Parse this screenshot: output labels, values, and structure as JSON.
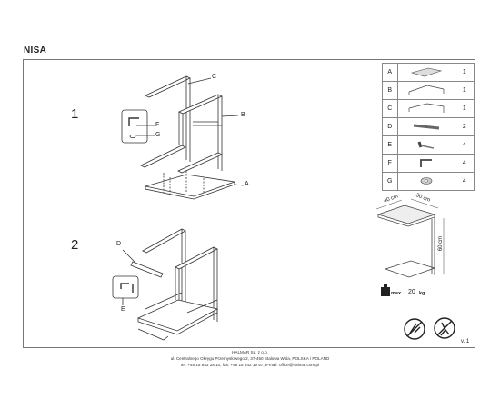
{
  "title": "NISA",
  "steps": [
    "1",
    "2"
  ],
  "labels": {
    "A": "A",
    "B": "B",
    "C": "C",
    "D": "D",
    "E": "E",
    "F": "F",
    "G": "G"
  },
  "parts": [
    {
      "letter": "A",
      "qty": "1",
      "icon": "tabletop-icon"
    },
    {
      "letter": "B",
      "qty": "1",
      "icon": "frame-b-icon"
    },
    {
      "letter": "C",
      "qty": "1",
      "icon": "frame-c-icon"
    },
    {
      "letter": "D",
      "qty": "2",
      "icon": "bar-icon"
    },
    {
      "letter": "E",
      "qty": "4",
      "icon": "screw-icon"
    },
    {
      "letter": "F",
      "qty": "4",
      "icon": "allen-key-icon"
    },
    {
      "letter": "G",
      "qty": "4",
      "icon": "washer-icon"
    }
  ],
  "dimensions": {
    "width": "40 cm",
    "depth": "30 cm",
    "height": "60 cm"
  },
  "max_load": {
    "label": "max.",
    "value": "20",
    "unit": "kg"
  },
  "version": "v. 1",
  "footer": {
    "line1": "HALMAR Sp. z o.o.",
    "line2": "ul. Centralnego Okręgu Przemysłowego 2, 37-450 Stalowa Wola, POLSKA / POLAND",
    "line3": "tel. +48 15 843 28 10, fax: +48 15 842 19 57, e-mail: office@halmar.com.pl"
  }
}
